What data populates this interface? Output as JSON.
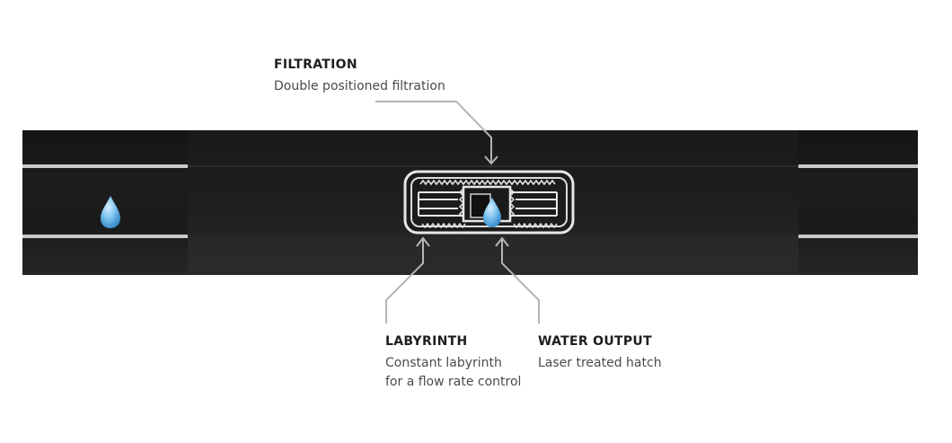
{
  "callouts": {
    "filtration": {
      "title": "FILTRATION",
      "desc": "Double positioned filtration"
    },
    "labyrinth": {
      "title": "LABYRINTH",
      "desc_line1": "Constant labyrinth",
      "desc_line2": "for a flow rate control"
    },
    "water_output": {
      "title": "WATER OUTPUT",
      "desc": "Laser treated hatch"
    }
  },
  "colors": {
    "tube_dark": "#1b1b1b",
    "tube_mid": "#232323",
    "tube_stripe": "#cfcfcf",
    "emitter_outline": "#e8e8e8",
    "leader_line": "#b8b8b8",
    "water_drop": "#6fb7e6"
  },
  "icons": {
    "drop": "water-drop-icon"
  }
}
